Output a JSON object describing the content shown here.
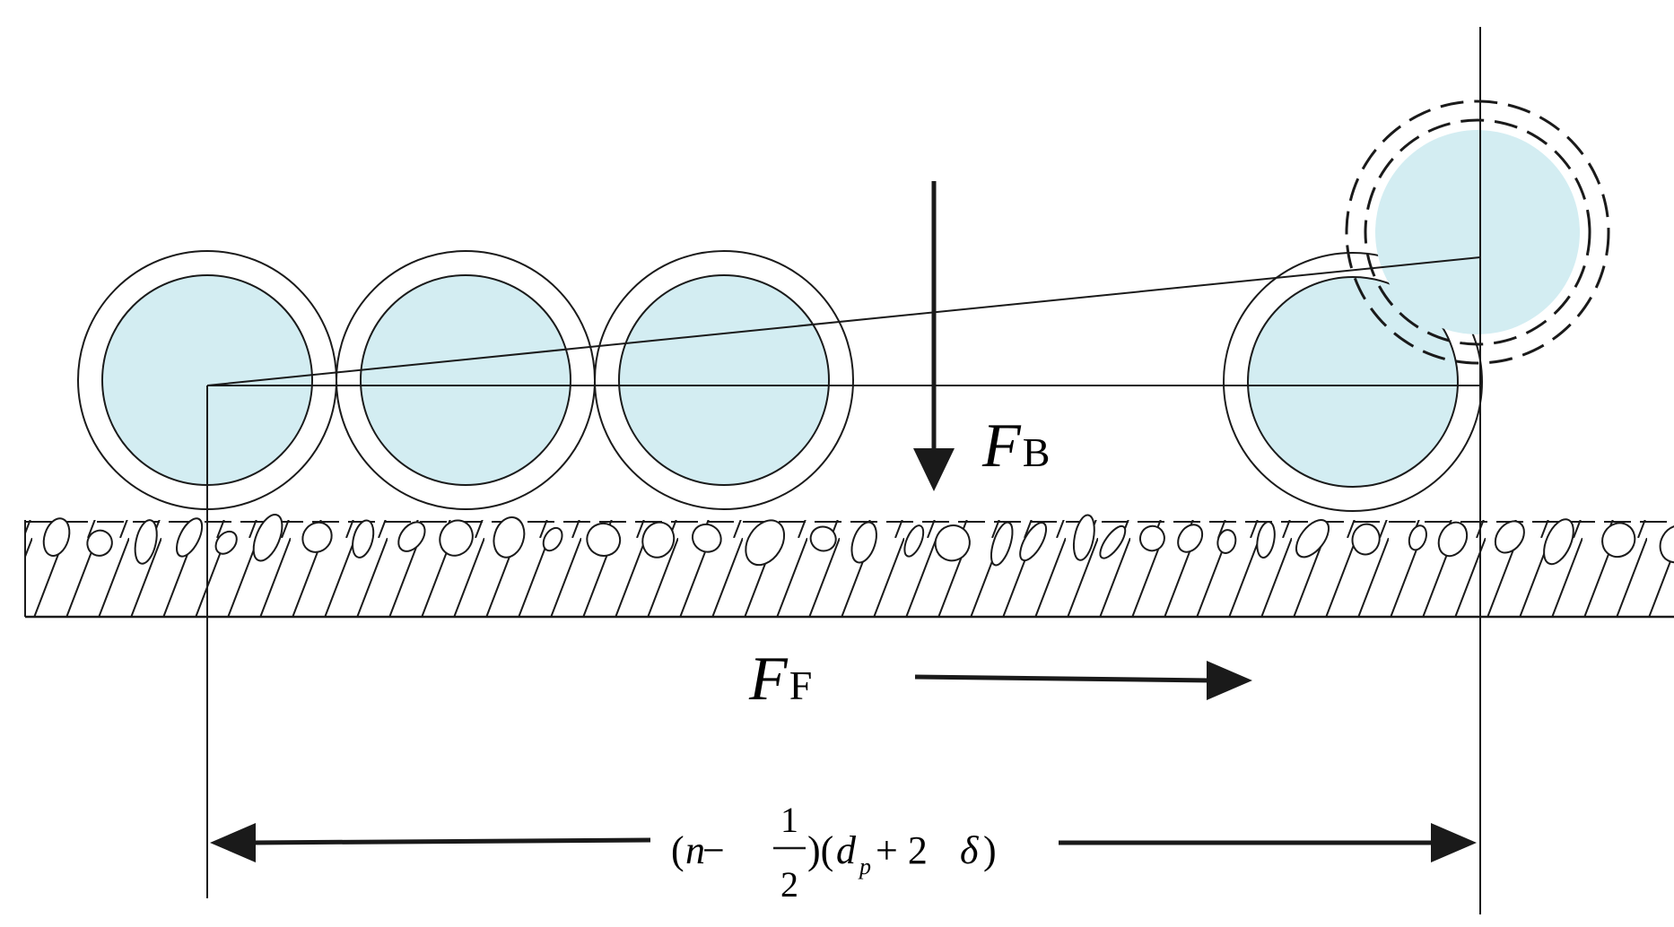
{
  "colors": {
    "particle_fill": "#d3edf2",
    "stroke": "#1a1a1a",
    "background": "#ffffff"
  },
  "labels": {
    "force_b": {
      "main": "F",
      "sub": "B"
    },
    "force_f": {
      "main": "F",
      "sub": "F"
    },
    "dimension": {
      "open": "(",
      "n": "n",
      "minus": " − ",
      "frac_num": "1",
      "frac_den": "2",
      "close_open": ")(",
      "d": "d",
      "d_sub": "p",
      "plus": " + 2",
      "delta": "δ",
      "end": ")"
    }
  },
  "scene": {
    "particle_rows": 1,
    "particles_on_surface": 4,
    "displaced_particles": 1,
    "shell_style_displaced": "dashed"
  }
}
